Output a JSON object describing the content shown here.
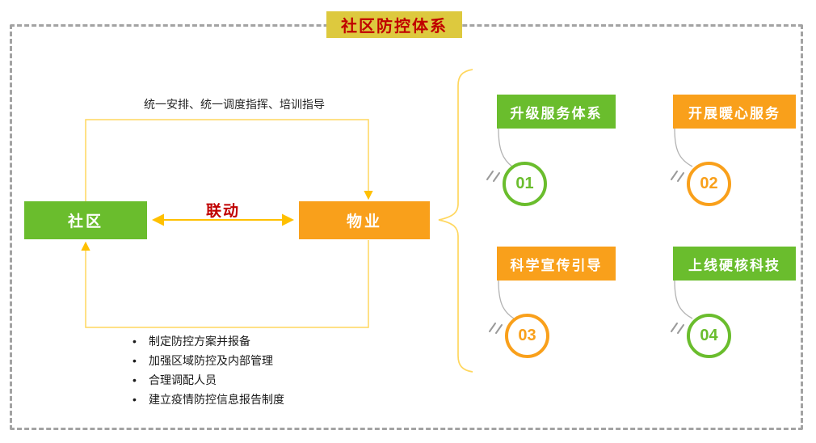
{
  "title": {
    "text": "社区防控体系"
  },
  "diagram": {
    "top_flow_label": "统一安排、统一调度指挥、培训指导",
    "community_label": "社区",
    "property_label": "物业",
    "link_label": "联动",
    "bullets": [
      "制定防控方案并报备",
      "加强区域防控及内部管理",
      "合理调配人员",
      "建立疫情防控信息报告制度"
    ]
  },
  "items": [
    {
      "label": "升级服务体系",
      "number": "01",
      "color": "green"
    },
    {
      "label": "开展暖心服务",
      "number": "02",
      "color": "orange"
    },
    {
      "label": "科学宣传引导",
      "number": "03",
      "color": "orange"
    },
    {
      "label": "上线硬核科技",
      "number": "04",
      "color": "green"
    }
  ],
  "colors": {
    "green": "#6abd2d",
    "orange": "#f9a01b",
    "banner_yellow": "#ddc93e",
    "title_red": "#c00000",
    "line_yellow": "#ffd75e",
    "arrow_orange": "#ffc000",
    "connector_gray": "#b3b3b3",
    "frame_gray": "#a3a3a3"
  }
}
